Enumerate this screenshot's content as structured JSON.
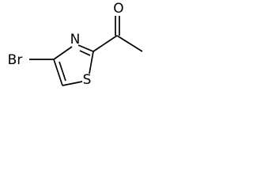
{
  "molecule": {
    "atoms": {
      "bromine": "Br",
      "nitrogen": "N",
      "sulfur": "S",
      "oxygen": "O"
    }
  }
}
